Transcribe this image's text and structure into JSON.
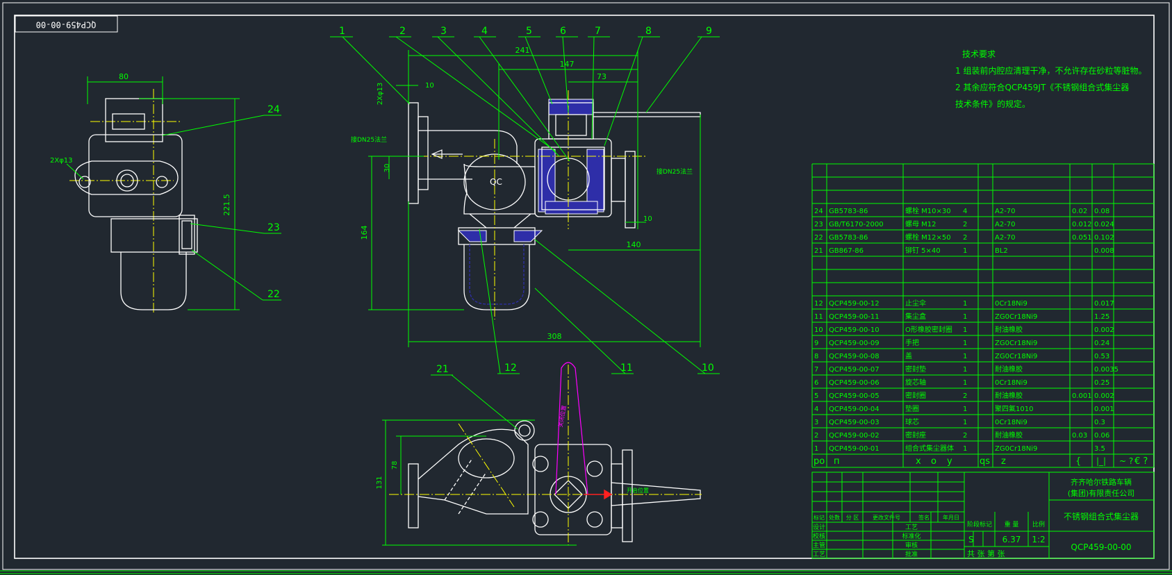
{
  "colors": {
    "background": "#212830",
    "frame": "#ffffff",
    "dimension": "#00ff00",
    "table_text": "#00ff00",
    "contour": "#ffffff",
    "centerline": "#ffff00",
    "hatch": "#2e2ea8",
    "handle": "#ff00ff",
    "arrow": "#ff2020"
  },
  "title_box_code": "QCP459-00-00",
  "callouts": [
    "1",
    "2",
    "3",
    "4",
    "5",
    "6",
    "7",
    "8",
    "9",
    "10",
    "11",
    "12",
    "21",
    "22",
    "23",
    "24"
  ],
  "dims": {
    "d241": "241",
    "d147": "147",
    "d73": "73",
    "d10a": "10",
    "d10b": "10",
    "d2phi13a": "2Xφ13",
    "d2phi13b": "2Xφ13",
    "d30": "30",
    "d164": "164",
    "d140": "140",
    "d308": "308",
    "d80": "80",
    "d221": "221.5",
    "d78": "78",
    "d131": "131"
  },
  "side_notes": {
    "left_pipe": "接DN25法兰",
    "right_pipe": "接DN25法兰"
  },
  "qc_label": "QC",
  "tech_req": {
    "title": "技术要求",
    "line1": "1 组装前内腔应清理干净，不允许存在砂粒等脏物。",
    "line2": "2 其余应符合QCP459JT《不锈钢组合式集尘器",
    "line3": "技术条件》的规定。"
  },
  "handle_labels": {
    "closed": "关闭位置",
    "open": "开启位置"
  },
  "bom": [
    {
      "no": "24",
      "code": "GB5783-86",
      "name": "螺栓 M10×30",
      "qty": "4",
      "mat": "A2-70",
      "w1": "0.02",
      "w2": "0.08"
    },
    {
      "no": "23",
      "code": "GB/T6170-2000",
      "name": "螺母 M12",
      "qty": "2",
      "mat": "A2-70",
      "w1": "0.012",
      "w2": "0.024"
    },
    {
      "no": "22",
      "code": "GB5783-86",
      "name": "螺栓 M12×50",
      "qty": "2",
      "mat": "A2-70",
      "w1": "0.051",
      "w2": "0.102"
    },
    {
      "no": "21",
      "code": "GB867-86",
      "name": "铆钉 5×40",
      "qty": "1",
      "mat": "BL2",
      "w1": "",
      "w2": "0.008"
    },
    {
      "no": "12",
      "code": "QCP459-00-12",
      "name": "止尘伞",
      "qty": "1",
      "mat": "0Cr18Ni9",
      "w1": "",
      "w2": "0.017"
    },
    {
      "no": "11",
      "code": "QCP459-00-11",
      "name": "集尘盒",
      "qty": "1",
      "mat": "ZG0Cr18Ni9",
      "w1": "",
      "w2": "1.25"
    },
    {
      "no": "10",
      "code": "QCP459-00-10",
      "name": "O形橡胶密封圈",
      "qty": "1",
      "mat": "耐油橡胶",
      "w1": "",
      "w2": "0.002"
    },
    {
      "no": "9",
      "code": "QCP459-00-09",
      "name": "手把",
      "qty": "1",
      "mat": "ZG0Cr18Ni9",
      "w1": "",
      "w2": "0.24"
    },
    {
      "no": "8",
      "code": "QCP459-00-08",
      "name": "盖",
      "qty": "1",
      "mat": "ZG0Cr18Ni9",
      "w1": "",
      "w2": "0.53"
    },
    {
      "no": "7",
      "code": "QCP459-00-07",
      "name": "密封垫",
      "qty": "1",
      "mat": "耐油橡胶",
      "w1": "",
      "w2": "0.0035"
    },
    {
      "no": "6",
      "code": "QCP459-00-06",
      "name": "旋芯轴",
      "qty": "1",
      "mat": "0Cr18Ni9",
      "w1": "",
      "w2": "0.25"
    },
    {
      "no": "5",
      "code": "QCP459-00-05",
      "name": "密封圈",
      "qty": "2",
      "mat": "耐油橡胶",
      "w1": "0.001",
      "w2": "0.002"
    },
    {
      "no": "4",
      "code": "QCP459-00-04",
      "name": "垫圈",
      "qty": "1",
      "mat": "聚四氟1010",
      "w1": "",
      "w2": "0.001"
    },
    {
      "no": "3",
      "code": "QCP459-00-03",
      "name": "球芯",
      "qty": "1",
      "mat": "0Cr18Ni9",
      "w1": "",
      "w2": "0.3"
    },
    {
      "no": "2",
      "code": "QCP459-00-02",
      "name": "密封座",
      "qty": "2",
      "mat": "耐油橡胶",
      "w1": "0.03",
      "w2": "0.06"
    },
    {
      "no": "1",
      "code": "QCP459-00-01",
      "name": "组合式集尘器体",
      "qty": "1",
      "mat": "ZG0Cr18Ni9",
      "w1": "",
      "w2": "3.5"
    }
  ],
  "bom_header": {
    "no": "po",
    "code": "п",
    "name": "о",
    "qty": "х",
    "mat": "у",
    "mark": "qs",
    "w1": "z",
    "w2": "{",
    "sum": "|_|",
    "rem": "~ ?",
    "extra": "€ ?"
  },
  "title_block": {
    "company1": "齐齐哈尔铁路车辆",
    "company2": "(集团)有限责任公司",
    "part_name": "不锈钢组合式集尘器",
    "drawing_no": "QCP459-00-00",
    "stage_label": "阶段标记",
    "weight_label": "重 量",
    "scale_label": "比例",
    "stage": "S",
    "weight": "6.37",
    "scale": "1:2",
    "sheets": "共  张    第  张",
    "rev_headers": [
      "标记",
      "处数",
      "分 区",
      "更改文件号",
      "签名",
      "年月日"
    ],
    "roles_left": [
      "设计",
      "校核",
      "主管",
      "工艺"
    ],
    "roles_right": [
      "工艺",
      "标准化",
      "审核",
      "批准"
    ]
  }
}
